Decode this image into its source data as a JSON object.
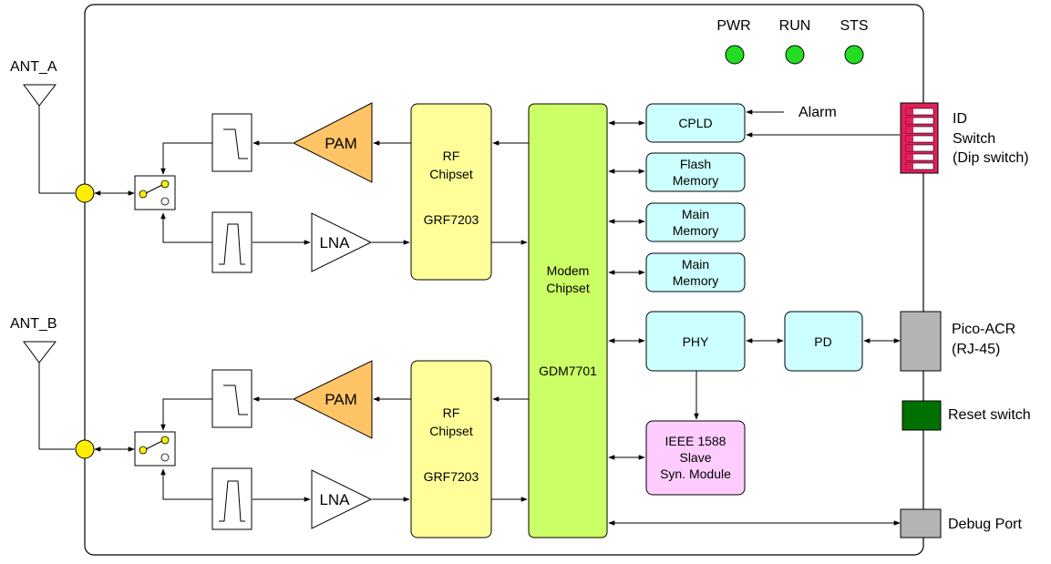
{
  "antennas": {
    "a": "ANT_A",
    "b": "ANT_B"
  },
  "leds": [
    {
      "label": "PWR",
      "color": "#22dd22"
    },
    {
      "label": "RUN",
      "color": "#22dd22"
    },
    {
      "label": "STS",
      "color": "#22dd22"
    }
  ],
  "blocks": {
    "pam": "PAM",
    "lna": "LNA",
    "rf_chipset": [
      "RF",
      "Chipset"
    ],
    "rf_part": "GRF7203",
    "modem": [
      "Modem",
      "Chipset"
    ],
    "modem_part": "GDM7701",
    "cpld": "CPLD",
    "flash": [
      "Flash",
      "Memory"
    ],
    "main_memory": [
      "Main",
      "Memory"
    ],
    "phy": "PHY",
    "pd": "PD",
    "ieee": [
      "IEEE 1588",
      "Slave",
      "Syn. Module"
    ]
  },
  "labels": {
    "alarm": "Alarm",
    "id_switch": [
      "ID",
      "Switch",
      "(Dip switch)"
    ],
    "pico": [
      "Pico-ACR",
      "(RJ-45)"
    ],
    "reset": "Reset switch",
    "debug": "Debug Port"
  },
  "colors": {
    "pam": "#ffc466",
    "rf": "#ffff99",
    "modem": "#ccff66",
    "block_cyan": "#ccffff",
    "ieee": "#ffccff",
    "dip": "#e0205a",
    "port_grey": "#b4b4b4",
    "reset": "#007000",
    "node_yellow": "#ffee00"
  }
}
